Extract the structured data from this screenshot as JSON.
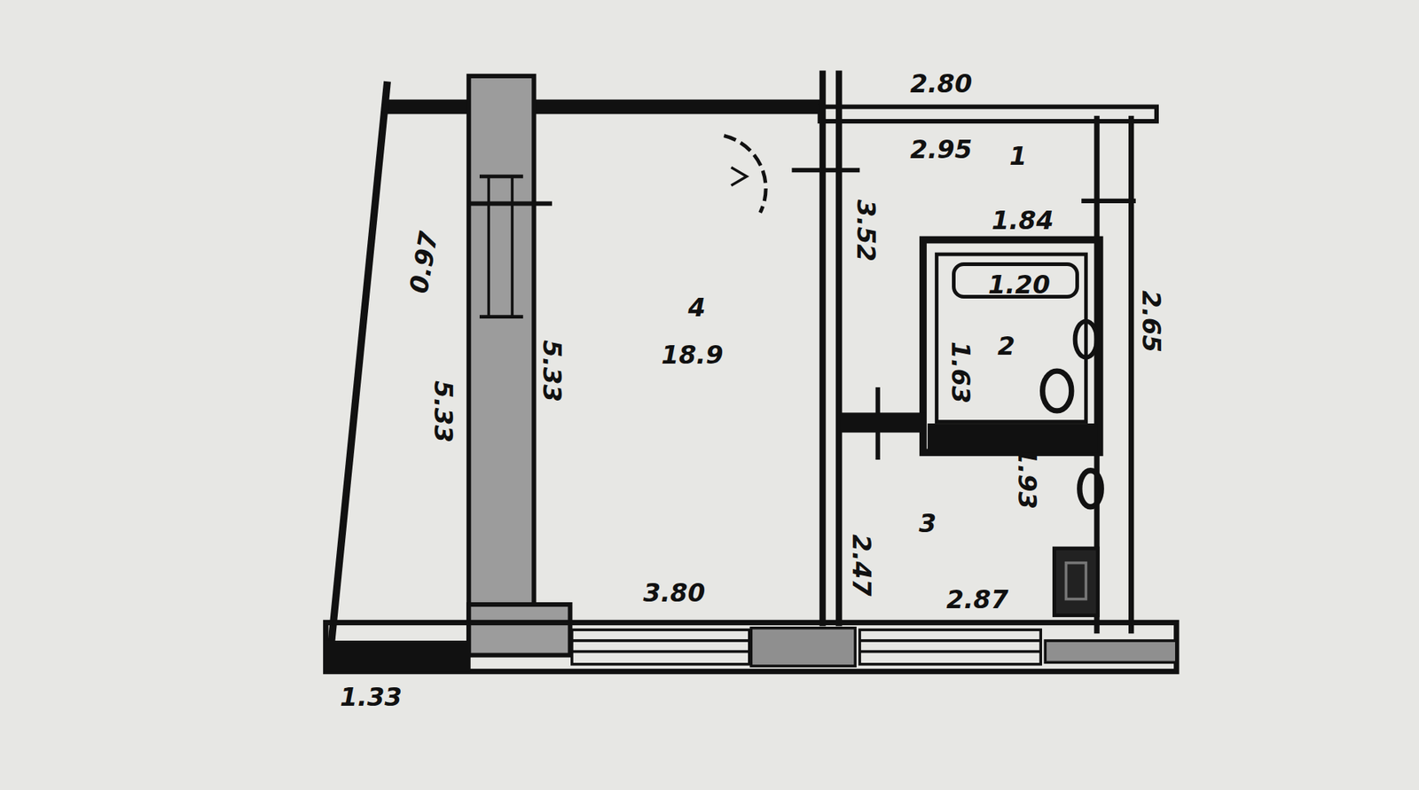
{
  "diagram": {
    "nodes": [
      {
        "text": [
          "0.97",
          "5.33"
        ]
      },
      {
        "text": [
          "4",
          "18.9",
          "5.33",
          "3.80"
        ]
      },
      {
        "text": [
          "2.95",
          "1",
          "3.52"
        ]
      },
      {
        "text": [
          "1.84",
          "2",
          "1.63"
        ]
      },
      {
        "text": [
          "1.20"
        ],
        "in": 3
      },
      {
        "text": [
          "3",
          "2.47",
          "2.87",
          "1.93"
        ]
      }
    ],
    "labels": [
      "2.80",
      "2.65",
      "1.33"
    ]
  }
}
